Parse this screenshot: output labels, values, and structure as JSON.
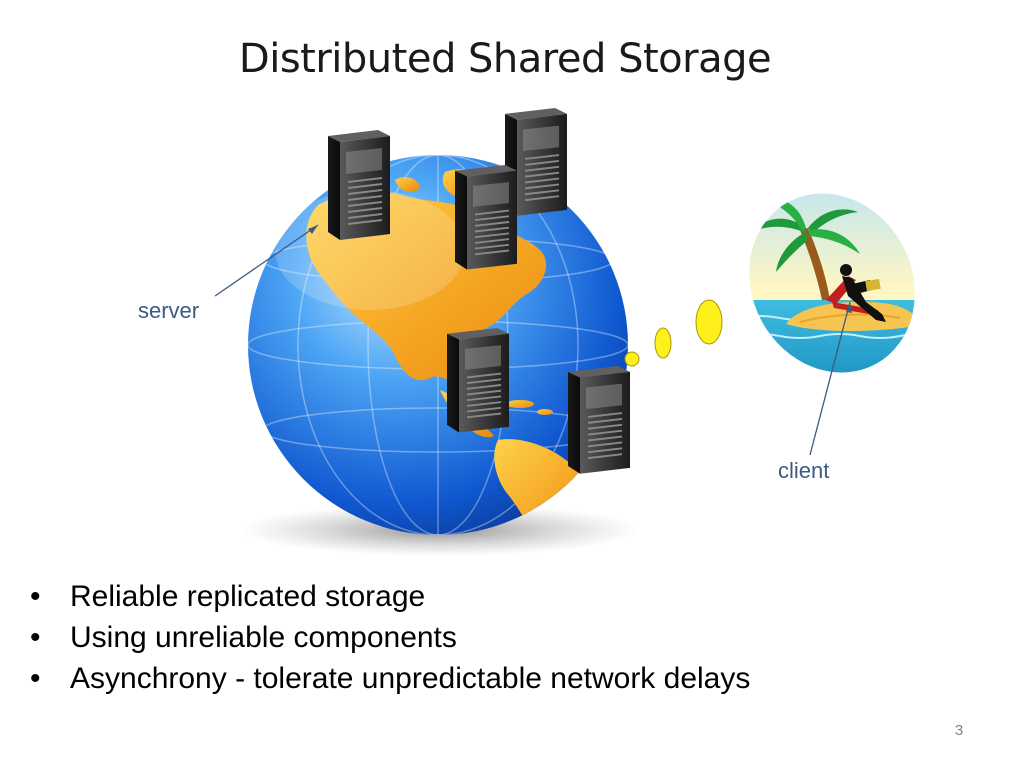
{
  "slide": {
    "title": "Distributed Shared Storage",
    "page_number": "3"
  },
  "diagram": {
    "labels": {
      "server": "server",
      "client": "client"
    },
    "icons": {
      "globe": "globe-icon",
      "server": "server-tower-icon",
      "island": "island-client-icon",
      "thought_bubble": "thought-bubble-icon"
    },
    "colors": {
      "label": "#3b5a84",
      "ocean": "#1f6fe0",
      "land": "#f0a020",
      "bubble": "#ffef1a",
      "server": "#2a2a2a"
    }
  },
  "bullets": [
    "Reliable replicated storage",
    "Using unreliable components",
    "Asynchrony - tolerate unpredictable network delays"
  ]
}
